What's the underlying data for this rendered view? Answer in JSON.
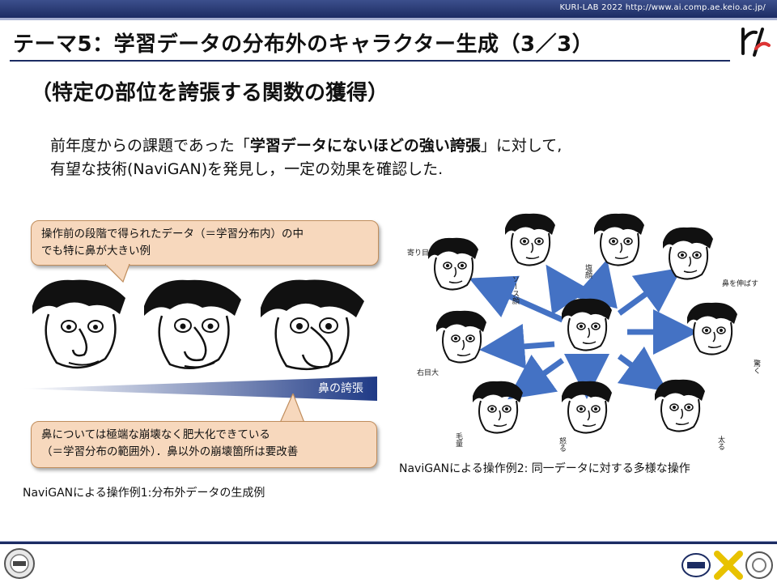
{
  "header": {
    "lab_text": "KURI-LAB 2022 http://www.ai.comp.ae.keio.ac.jp/",
    "title": "テーマ5：学習データの分布外のキャラクター生成（3／3）",
    "subtitle": "（特定の部位を誇張する関数の獲得）"
  },
  "description": {
    "line1_pre": "前年度からの課題であった「",
    "line1_bold": "学習データにないほどの強い誇張",
    "line1_post": "」に対して,",
    "line2": "有望な技術(NaviGAN)を発見し，一定の効果を確認した."
  },
  "example1": {
    "callout_top": [
      "操作前の段階で得られたデータ（＝学習分布内）の中",
      "でも特に鼻が大きい例"
    ],
    "wedge_label": "鼻の誇張",
    "callout_bottom": [
      "鼻については極端な崩壊なく肥大化できている",
      "（＝学習分布の範囲外）．鼻以外の崩壊箇所は要改善"
    ],
    "caption": "NaviGANによる操作例1:分布外データの生成例"
  },
  "example2": {
    "caption": "NaviGANによる操作例2: 同一データに対する多様な操作",
    "labels": {
      "yorime": "寄り目",
      "sauce": "ソース顔",
      "shio": "塩顔",
      "nose": "鼻を伸ばす",
      "migime": "右目大",
      "odoroku": "驚く",
      "kedama": "毛量",
      "okoru": "怒る",
      "futoru": "太る"
    }
  },
  "colors": {
    "header_navy": "#1c2c63",
    "callout_fill": "#f7d8bd",
    "arrow_blue": "#4472c4"
  }
}
